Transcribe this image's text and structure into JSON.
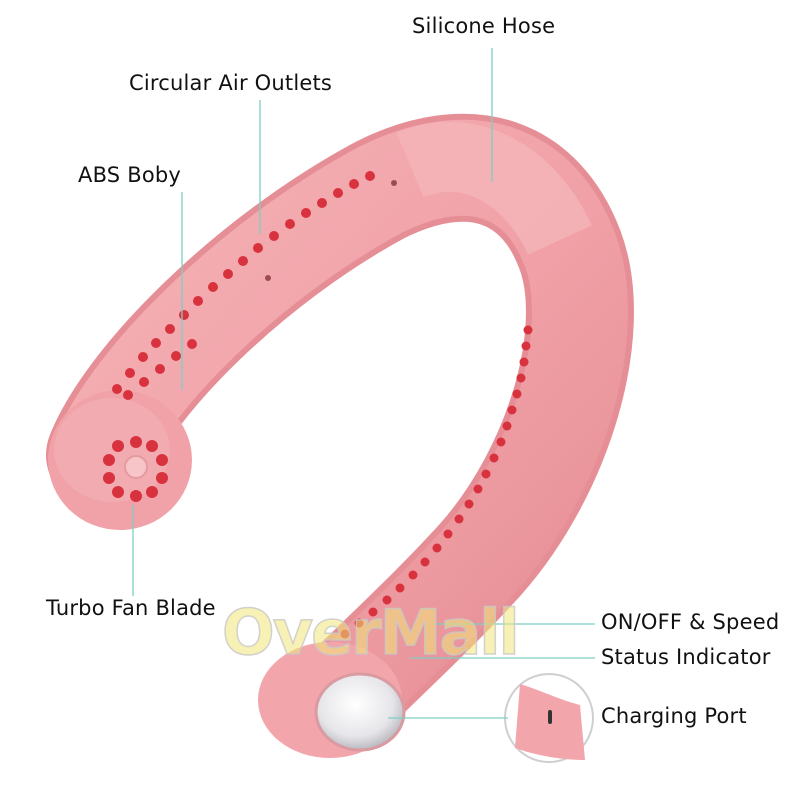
{
  "labels": {
    "silicone_hose": "Silicone Hose",
    "circular_air_outlets": "Circular Air Outlets",
    "abs_body": "ABS Boby",
    "turbo_fan_blade": "Turbo Fan Blade",
    "on_off_speed": "ON/OFF & Speed",
    "status_indicator": "Status Indicator",
    "charging_port": "Charging Port"
  },
  "watermark": "OverMall",
  "colors": {
    "body_pink": "#f2a3a8",
    "body_shade": "#e28b92",
    "vent_red": "#d8323e",
    "leader_line": "#7ecfc4",
    "button_silver": "#e8e8ea"
  }
}
